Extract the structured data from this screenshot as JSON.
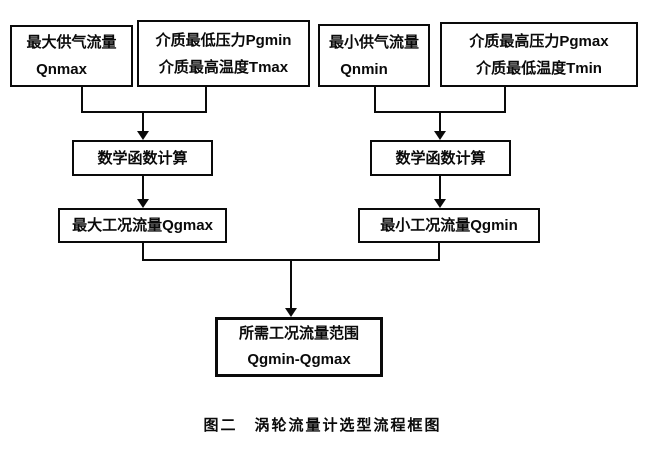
{
  "figure": {
    "nodes": {
      "qnmax": {
        "line1": "最大供气流量",
        "line2": "Qnmax"
      },
      "pgmin_tmax": {
        "line1": "介质最低压力Pgmin",
        "line2": "介质最高温度Tmax"
      },
      "qnmin": {
        "line1": "最小供气流量",
        "line2": "Qnmin"
      },
      "pgmax_tmin": {
        "line1": "介质最高压力Pgmax",
        "line2": "介质最低温度Tmin"
      },
      "calc_left": "数学函数计算",
      "calc_right": "数学函数计算",
      "qgmax": "最大工况流量Qgmax",
      "qgmin": "最小工况流量Qgmin",
      "result": {
        "line1": "所需工况流量范围",
        "line2": "Qgmin-Qgmax"
      }
    },
    "caption": "图二　涡轮流量计选型流程框图",
    "colors": {
      "ink": "#0a0a0a",
      "background": "#ffffff"
    }
  }
}
